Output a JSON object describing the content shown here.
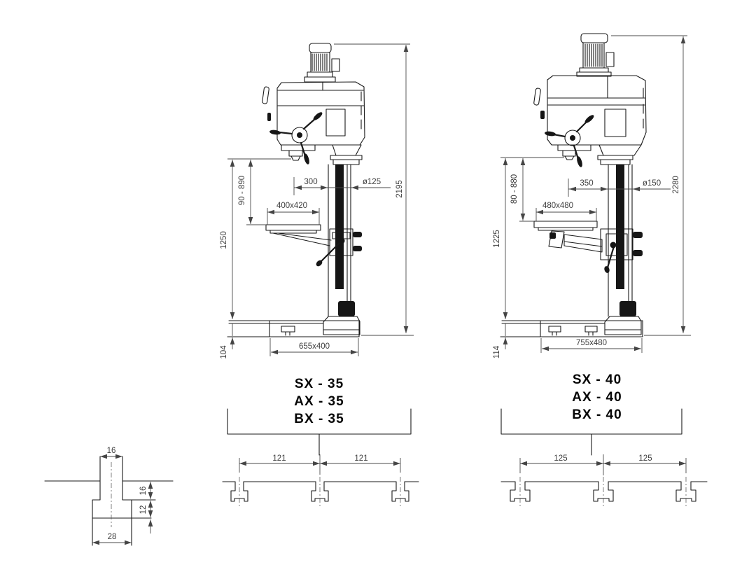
{
  "machines": {
    "left": {
      "models": [
        "SX - 35",
        "AX - 35",
        "BX - 35"
      ],
      "dims": {
        "throat": "300",
        "column_dia": "ø125",
        "total_height": "2195",
        "spindle_to_table": "90 - 890",
        "column_height": "1250",
        "base_height": "104",
        "table_size": "400x420",
        "base_size": "655x400",
        "slot_pitch": [
          "121",
          "121"
        ]
      }
    },
    "right": {
      "models": [
        "SX - 40",
        "AX - 40",
        "BX - 40"
      ],
      "dims": {
        "throat": "350",
        "column_dia": "ø150",
        "total_height": "2280",
        "spindle_to_table": "80 - 880",
        "column_height": "1225",
        "base_height": "114",
        "table_size": "480x480",
        "base_size": "755x480",
        "slot_pitch": [
          "125",
          "125"
        ]
      }
    }
  },
  "tslot_detail": {
    "slot_width": "16",
    "slot_depth": "16",
    "undercut_depth": "12",
    "undercut_width": "28"
  }
}
